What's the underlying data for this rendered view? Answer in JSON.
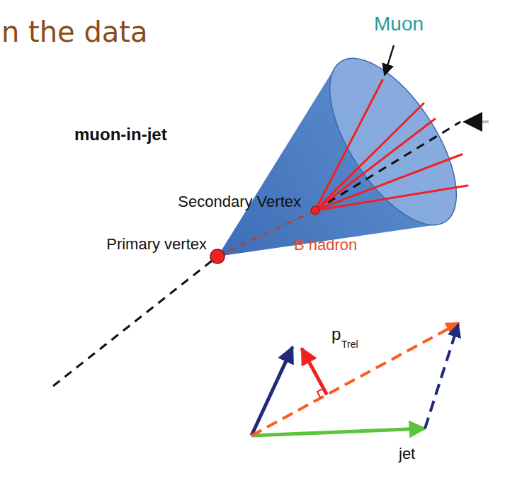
{
  "diagram": {
    "title": "n the data",
    "labels": [
      "Muon",
      "muon-in-jet",
      "Secondary Vertex",
      "B hadron",
      "Primary vertex",
      "p",
      "Trel",
      "jet"
    ]
  }
}
